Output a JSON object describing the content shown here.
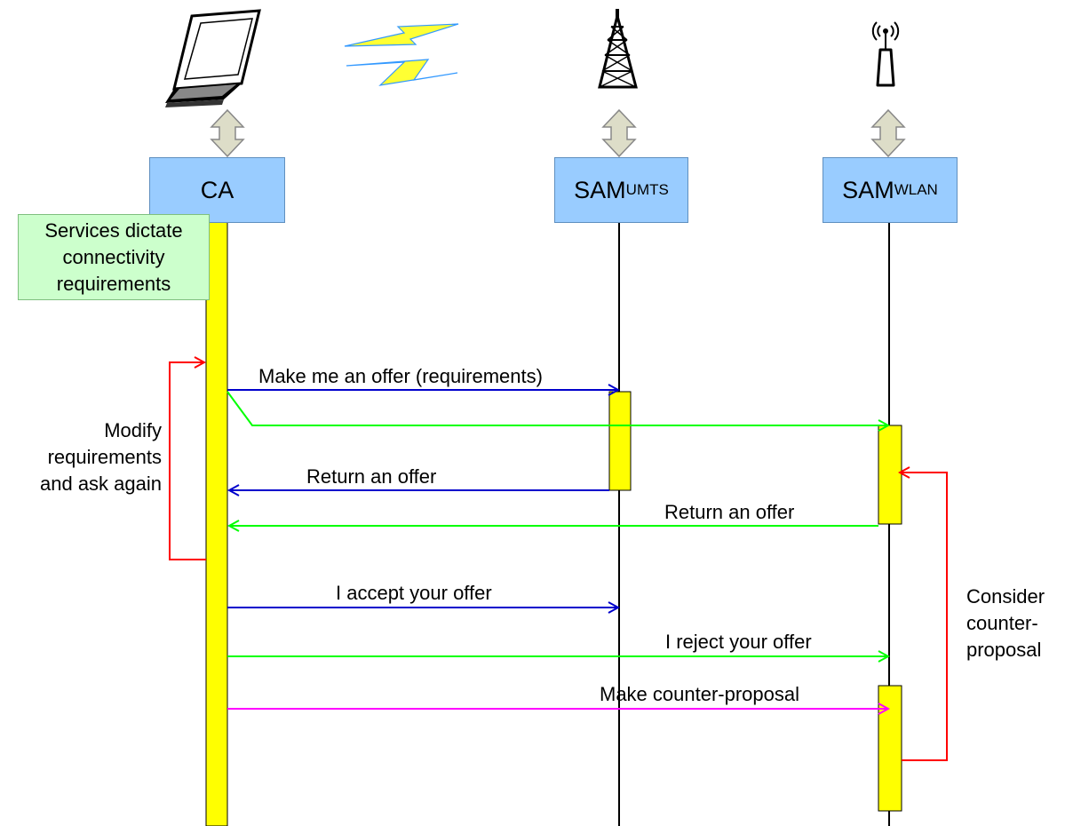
{
  "actors": {
    "ca": {
      "label": "CA"
    },
    "sam_umts": {
      "label": "SAM",
      "sub": "UMTS"
    },
    "sam_wlan": {
      "label": "SAM",
      "sub": "WLAN"
    }
  },
  "note": [
    "Services dictate",
    "connectivity",
    "requirements"
  ],
  "side_notes": {
    "modify": [
      "Modify",
      "requirements",
      "and ask again"
    ],
    "consider": [
      "Consider",
      "counter-",
      "proposal"
    ]
  },
  "messages": [
    {
      "id": "make-offer",
      "label": "Make me an offer (requirements)",
      "color": "#0000cc"
    },
    {
      "id": "return-offer-umts",
      "label": "Return an offer",
      "color": "#0000cc"
    },
    {
      "id": "return-offer-wlan",
      "label": "Return an offer",
      "color": "#00ff00"
    },
    {
      "id": "accept-offer",
      "label": "I accept your offer",
      "color": "#0000cc"
    },
    {
      "id": "reject-offer",
      "label": "I reject your offer",
      "color": "#00ff00"
    },
    {
      "id": "counter-proposal",
      "label": "Make counter-proposal",
      "color": "#ff00ff"
    }
  ],
  "colors": {
    "activation": "#ffff00",
    "loop": "#ff0000",
    "umts": "#0000cc",
    "wlan": "#00ff00",
    "counter": "#ff00ff"
  },
  "icons": [
    "laptop-icon",
    "wireless-signal-icon",
    "cell-tower-icon",
    "wlan-access-point-icon",
    "double-arrow-icon"
  ]
}
